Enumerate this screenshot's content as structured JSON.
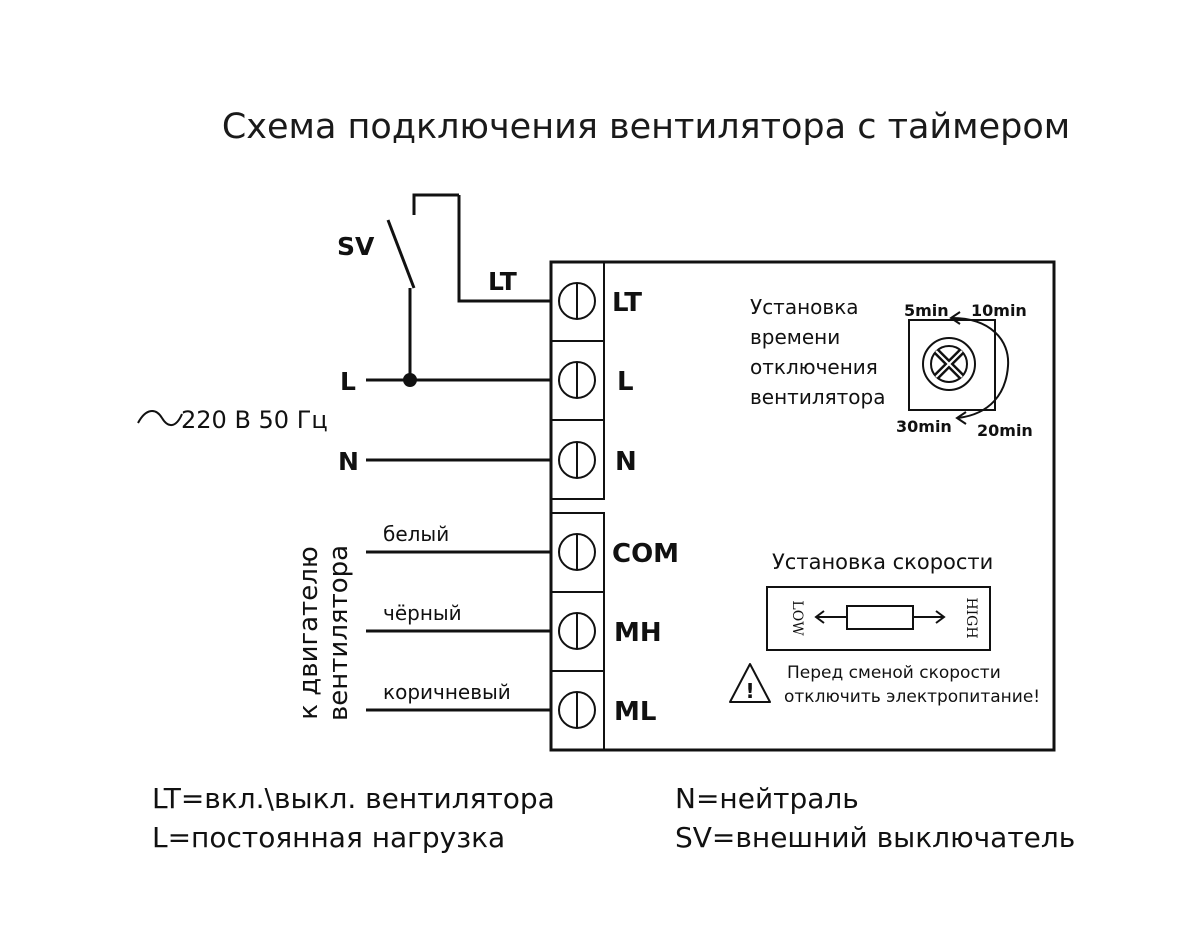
{
  "title": "Схема подключения вентилятора с таймером",
  "switch_label": "SV",
  "lt_wire_label": "LT",
  "supply": {
    "l_label": "L",
    "n_label": "N",
    "voltage_label": "220 В 50 Гц",
    "ac_symbol": "~"
  },
  "terminals": [
    "LT",
    "L",
    "N",
    "COM",
    "MH",
    "ML"
  ],
  "motor": {
    "label_line1": "к двигателю",
    "label_line2": "вентилятора",
    "wires": [
      "белый",
      "чёрный",
      "коричневый"
    ]
  },
  "timer": {
    "label_lines": [
      "Установка",
      "времени",
      "отключения",
      "вентилятора"
    ],
    "marks": {
      "top_left": "5min",
      "top_right": "10min",
      "bottom_left": "30min",
      "bottom_right": "20min"
    }
  },
  "speed": {
    "title": "Установка скорости",
    "low": "LOW",
    "high": "HIGH",
    "warning_symbol": "!",
    "warning_line1": "Перед сменой скорости",
    "warning_line2": "отключить электропитание!"
  },
  "legend": {
    "lt": "LT=вкл.\\выкл. вентилятора",
    "l": "L=постоянная нагрузка",
    "n": "N=нейтраль",
    "sv": "SV=внешний выключатель"
  }
}
